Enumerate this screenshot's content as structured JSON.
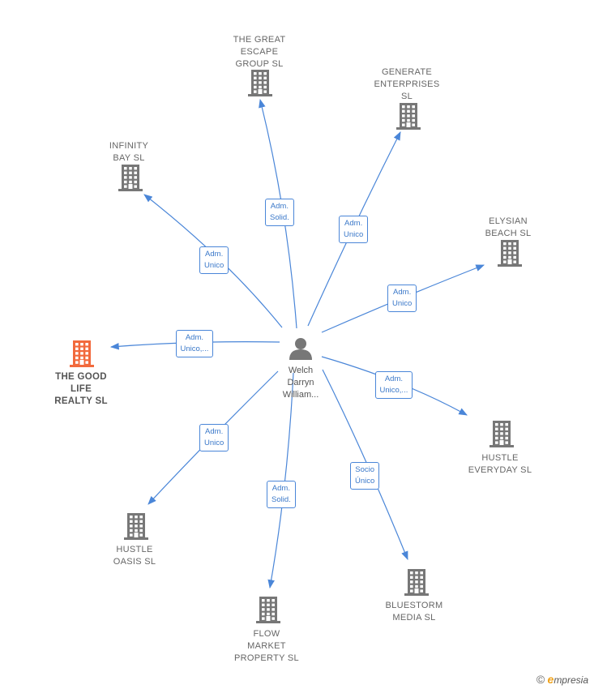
{
  "center": {
    "name_lines": [
      "Welch",
      "Darryn",
      "William..."
    ],
    "icon": "person-icon"
  },
  "nodes": [
    {
      "id": "great-escape",
      "lines": [
        "THE GREAT",
        "ESCAPE",
        "GROUP  SL"
      ],
      "icon": "building-icon",
      "highlight": false,
      "edge": [
        "Adm.",
        "Solid."
      ]
    },
    {
      "id": "generate",
      "lines": [
        "GENERATE",
        "ENTERPRISES",
        "SL"
      ],
      "icon": "building-icon",
      "highlight": false,
      "edge": [
        "Adm.",
        "Unico"
      ]
    },
    {
      "id": "infinity",
      "lines": [
        "INFINITY",
        "BAY  SL"
      ],
      "icon": "building-icon",
      "highlight": false,
      "edge": [
        "Adm.",
        "Unico"
      ]
    },
    {
      "id": "elysian",
      "lines": [
        "ELYSIAN",
        "BEACH  SL"
      ],
      "icon": "building-icon",
      "highlight": false,
      "edge": [
        "Adm.",
        "Unico"
      ]
    },
    {
      "id": "good-life",
      "lines": [
        "THE GOOD",
        "LIFE",
        "REALTY  SL"
      ],
      "icon": "building-icon",
      "highlight": true,
      "edge": [
        "Adm.",
        "Unico,..."
      ]
    },
    {
      "id": "hustle-everyday",
      "lines": [
        "HUSTLE",
        "EVERYDAY  SL"
      ],
      "icon": "building-icon",
      "highlight": false,
      "edge": [
        "Adm.",
        "Unico,..."
      ]
    },
    {
      "id": "hustle-oasis",
      "lines": [
        "HUSTLE",
        "OASIS  SL"
      ],
      "icon": "building-icon",
      "highlight": false,
      "edge": [
        "Adm.",
        "Unico"
      ]
    },
    {
      "id": "bluestorm",
      "lines": [
        "BLUESTORM",
        "MEDIA  SL"
      ],
      "icon": "building-icon",
      "highlight": false,
      "edge": [
        "Socio",
        "Único"
      ]
    },
    {
      "id": "flow-market",
      "lines": [
        "FLOW",
        "MARKET",
        "PROPERTY  SL"
      ],
      "icon": "building-icon",
      "highlight": false,
      "edge": [
        "Adm.",
        "Solid."
      ]
    }
  ],
  "colors": {
    "edge": "#4a86d8",
    "building": "#777777",
    "highlight": "#f26a3d",
    "person": "#777777"
  },
  "watermark": {
    "copyright": "©",
    "brand_initial": "e",
    "brand_rest": "mpresia"
  }
}
